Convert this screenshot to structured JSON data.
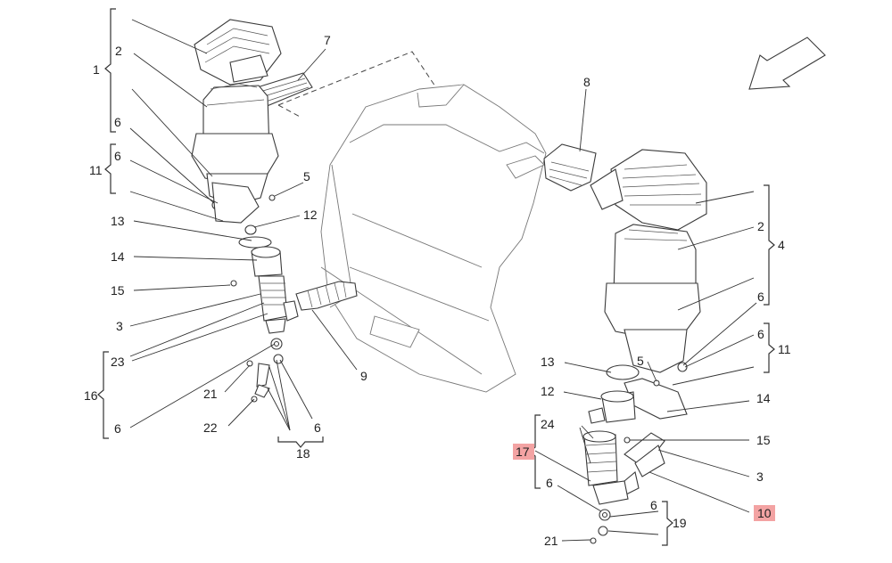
{
  "callouts": {
    "n1": "1",
    "n2a": "2",
    "n6a": "6",
    "n11a": "11",
    "n6b": "6",
    "n13a": "13",
    "n14a": "14",
    "n15a": "15",
    "n3a": "3",
    "n23": "23",
    "n16": "16",
    "n6c": "6",
    "n21a": "21",
    "n22": "22",
    "n6d": "6",
    "n18": "18",
    "n7": "7",
    "n5a": "5",
    "n12a": "12",
    "n9": "9",
    "n8": "8",
    "n2b": "2",
    "n4": "4",
    "n6e": "6",
    "n6f": "6",
    "n11b": "11",
    "n5b": "5",
    "n13b": "13",
    "n12b": "12",
    "n14b": "14",
    "n24": "24",
    "n17": "17",
    "n15b": "15",
    "n3b": "3",
    "n6g": "6",
    "n10": "10",
    "n6h": "6",
    "n19": "19",
    "n21b": "21"
  },
  "colors": {
    "highlight": "#f3a3a3",
    "line": "#333333"
  },
  "icons": {
    "direction": "arrow-icon"
  }
}
